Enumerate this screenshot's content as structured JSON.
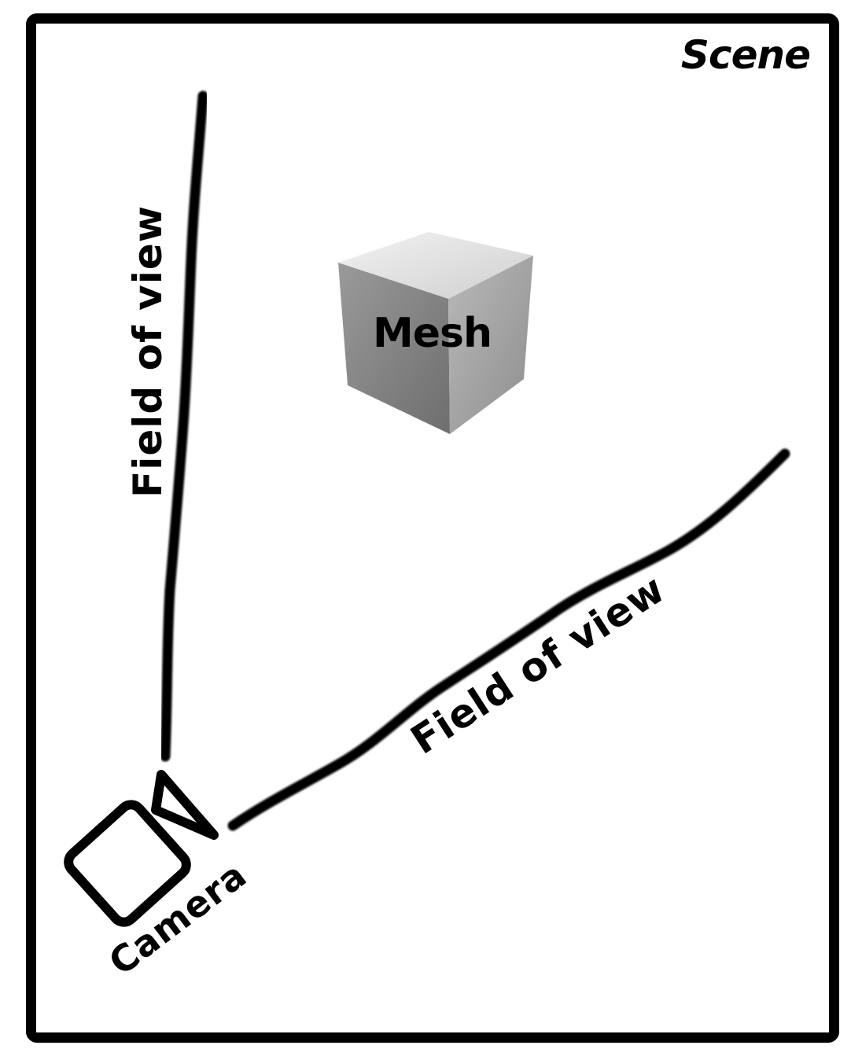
{
  "scene": {
    "label": "Scene"
  },
  "mesh": {
    "label": "Mesh",
    "icon": "cube-icon"
  },
  "camera": {
    "label": "Camera",
    "icon": "video-camera-icon"
  },
  "field_of_view": {
    "left_label": "Field of view",
    "right_label": "Field of view"
  },
  "colors": {
    "line": "#000000",
    "background": "#ffffff",
    "cube_top": "#e6e6e6",
    "cube_left": "#7f7f7f",
    "cube_right": "#a8a8a8"
  }
}
